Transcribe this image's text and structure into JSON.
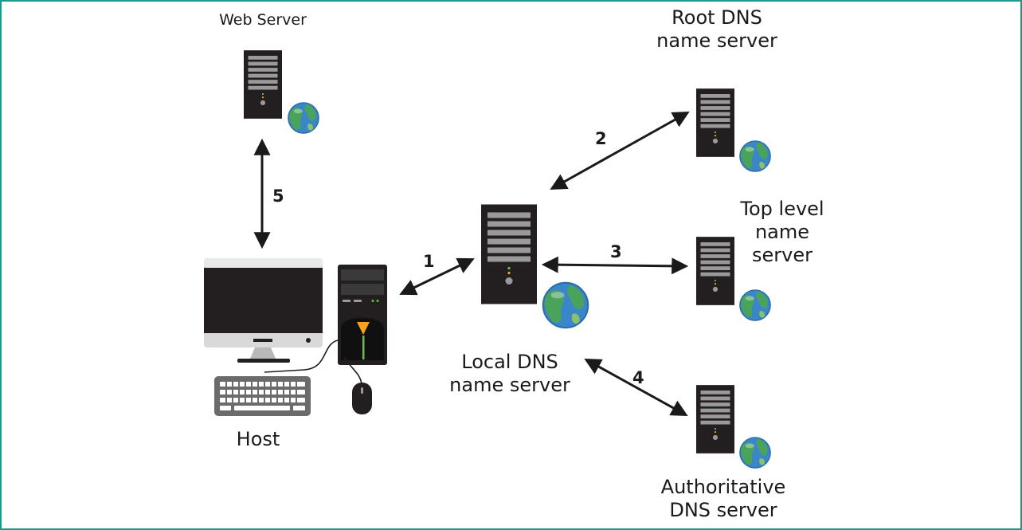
{
  "nodes": {
    "web_server": "Web Server",
    "root_dns": [
      "Root DNS",
      "name server"
    ],
    "top_level": [
      "Top level",
      "name",
      "server"
    ],
    "local_dns": [
      "Local DNS",
      "name server"
    ],
    "authoritative": [
      "Authoritative",
      "DNS server"
    ],
    "host": "Host"
  },
  "steps": [
    "1",
    "2",
    "3",
    "4",
    "5"
  ],
  "colors": {
    "border": "#1a9a8a",
    "server_body": "#231f20",
    "drive_bay": "#9a9a9a",
    "monitor_frame": "#d9d9d9",
    "screen": "#231f20",
    "accent": "#f7a21b",
    "led_green": "#6dbe45",
    "globe_ocean": "#3a86c8",
    "globe_land": "#4aa35a",
    "arrow": "#1a1a1a"
  },
  "icons": [
    "server-tower-icon",
    "globe-icon",
    "desktop-monitor-icon",
    "pc-tower-icon",
    "keyboard-icon",
    "mouse-icon"
  ]
}
